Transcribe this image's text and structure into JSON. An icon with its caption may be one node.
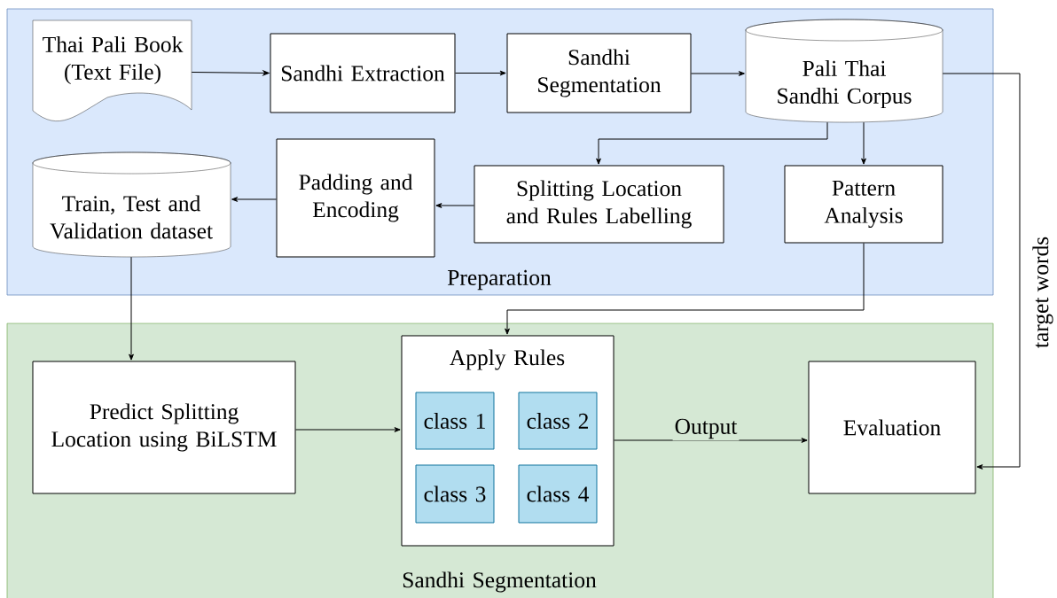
{
  "diagram": {
    "nodes": [
      {
        "text": [
          "Preparation"
        ]
      },
      {
        "text": [
          "Sandhi Segmentation"
        ]
      },
      {
        "text": [
          "Thai Pali Book (Text File)"
        ],
        "in": 0
      },
      {
        "text": [
          "Sandhi Extraction"
        ],
        "in": 0
      },
      {
        "text": [
          "Sandhi Segmentation"
        ],
        "in": 0
      },
      {
        "text": [
          "Pali Thai Sandhi Corpus"
        ],
        "in": 0
      },
      {
        "text": [
          "Train, Test and Validation dataset"
        ],
        "in": 0
      },
      {
        "text": [
          "Padding and Encoding"
        ],
        "in": 0
      },
      {
        "text": [
          "Splitting Location and Rules Labelling"
        ],
        "in": 0
      },
      {
        "text": [
          "Pattern Analysis"
        ],
        "in": 0
      },
      {
        "text": [
          "Predict Splitting Location using BiLSTM"
        ],
        "in": 1
      },
      {
        "text": [
          "Apply Rules"
        ],
        "in": 1
      },
      {
        "text": [
          "class 1"
        ],
        "in": 11
      },
      {
        "text": [
          "class 2"
        ],
        "in": 11
      },
      {
        "text": [
          "class 3"
        ],
        "in": 11
      },
      {
        "text": [
          "class 4"
        ],
        "in": 11
      },
      {
        "text": [
          "Evaluation"
        ],
        "in": 1
      }
    ],
    "edges": [
      {
        "from": 2,
        "to": 3,
        "arrow": "to"
      },
      {
        "from": 3,
        "to": 4,
        "arrow": "to"
      },
      {
        "from": 4,
        "to": 5,
        "arrow": "to"
      },
      {
        "from": 5,
        "to": 8,
        "arrow": "to"
      },
      {
        "from": 5,
        "to": 9,
        "arrow": "to"
      },
      {
        "from": 8,
        "to": 7,
        "arrow": "to"
      },
      {
        "from": 7,
        "to": 6,
        "arrow": "to"
      },
      {
        "from": 6,
        "to": 10,
        "arrow": "to"
      },
      {
        "from": 9,
        "to": 11,
        "arrow": "to"
      },
      {
        "from": 10,
        "to": 11,
        "arrow": "to"
      },
      {
        "from": 11,
        "to": 16,
        "arrow": "to",
        "label": "Output"
      },
      {
        "from": 5,
        "to": 16,
        "arrow": "to",
        "label": "target words"
      }
    ]
  }
}
